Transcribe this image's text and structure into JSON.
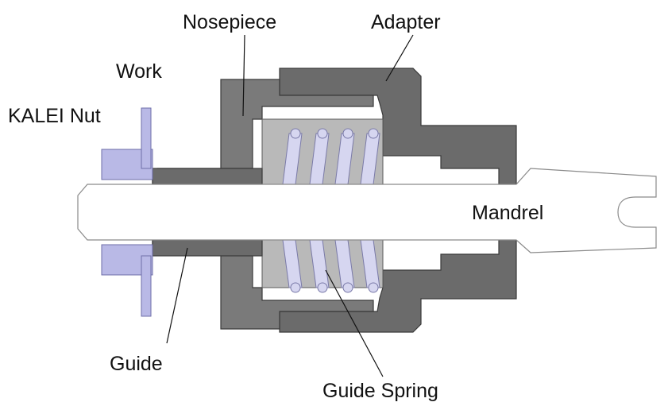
{
  "labels": {
    "nosepiece": "Nosepiece",
    "adapter": "Adapter",
    "work": "Work",
    "kalei_nut": "KALEI Nut",
    "mandrel": "Mandrel",
    "guide": "Guide",
    "guide_spring": "Guide Spring"
  },
  "colors": {
    "body_dark": "#6b6b6b",
    "body_mid": "#7a7a7a",
    "cavity": "#b9b9b9",
    "nut": "#b9b9e6",
    "nut_stroke": "#6e6ea8",
    "spring": "#d6d6f0",
    "mandrel_fill": "#ffffff",
    "mandrel_stroke": "#8a8a8a",
    "text": "#111111"
  }
}
